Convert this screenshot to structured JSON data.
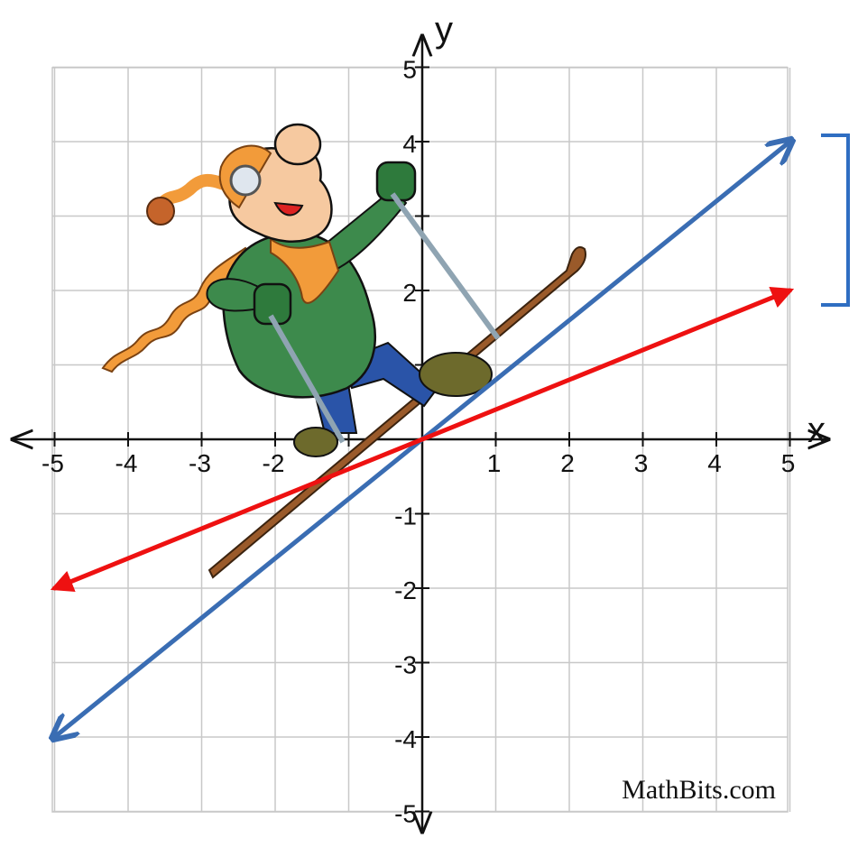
{
  "chart_data": {
    "type": "line",
    "xlabel": "x",
    "ylabel": "y",
    "xlim": [
      -5,
      5
    ],
    "ylim": [
      -5,
      5
    ],
    "x_ticks": [
      "-5",
      "-4",
      "-3",
      "-2",
      "1",
      "2",
      "3",
      "4",
      "5"
    ],
    "y_ticks": [
      "5",
      "4",
      "2",
      "-1",
      "-2",
      "-3",
      "-4",
      "-5"
    ],
    "grid": true,
    "series": [
      {
        "color": "#3a6db3",
        "x": [
          -5,
          5
        ],
        "y": [
          -4,
          4
        ]
      },
      {
        "color": "#ee1111",
        "x": [
          -5,
          5
        ],
        "y": [
          -2,
          2
        ]
      }
    ],
    "bracket_color": "#2f6ec2",
    "illustration": "cartoon-skier"
  },
  "credit": "MathBits.com"
}
